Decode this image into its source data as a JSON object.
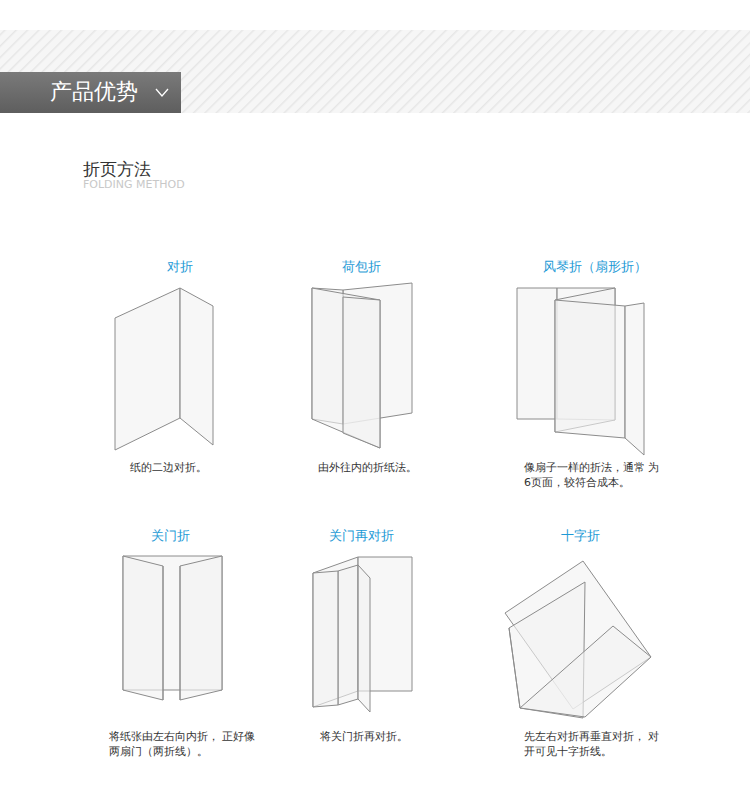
{
  "diagram": {
    "title": "产品优势",
    "labels": [
      "折页方法",
      "FOLDING METHOD",
      "对折",
      "纸的二边对折。",
      "荷包折",
      "由外往内的折纸法。",
      "风琴折（扇形折）",
      "像扇子一样的折法，通常 为6页面，较符合成本。",
      "关门折",
      "将纸张由左右向内折， 正好像两扇门（两折线）。",
      "关门再对折",
      "将关门折再对折。",
      "十字折",
      "先左右对折再垂直对折， 对开可见十字折线。"
    ]
  }
}
